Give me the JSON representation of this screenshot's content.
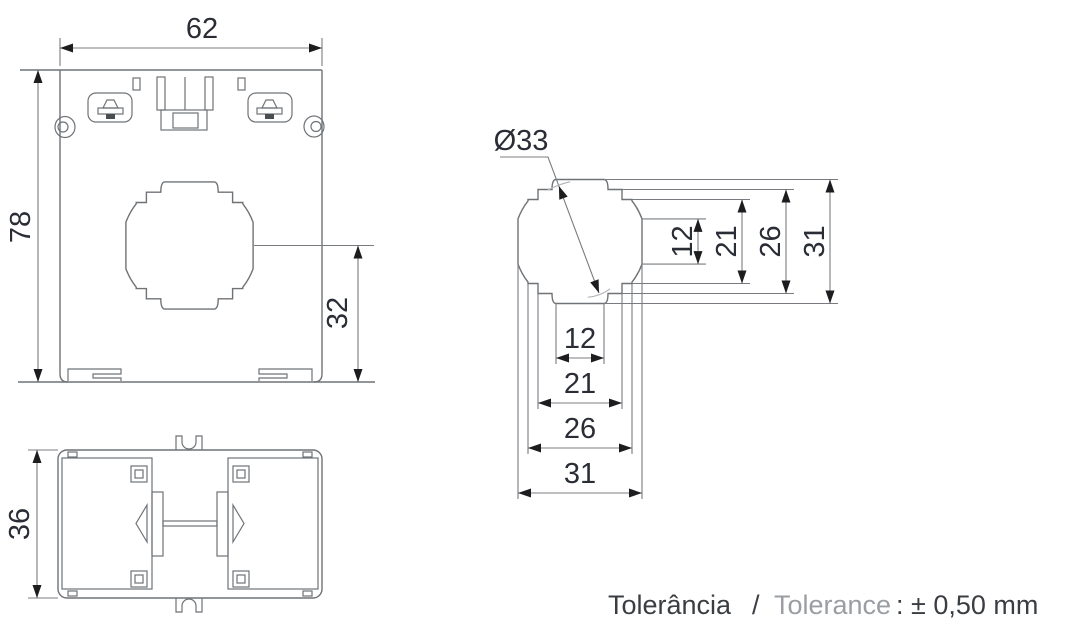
{
  "front_view": {
    "width": "62",
    "height": "78",
    "hole_center_to_base": "32"
  },
  "bottom_view": {
    "depth": "36"
  },
  "detail_view": {
    "diameter": "Ø33",
    "vertical_dims": [
      "12",
      "21",
      "26",
      "31"
    ],
    "horizontal_dims": [
      "12",
      "21",
      "26",
      "31"
    ]
  },
  "tolerance": {
    "label_pt": "Tolerância",
    "separator": "/",
    "label_en": "Tolerance",
    "value": ": ± 0,50 mm"
  },
  "colors": {
    "outline": "#6f7377",
    "dimension_line": "#787c80",
    "arrow": "#1d1d20",
    "dimension_text": "#2a2d35",
    "muted_text": "#9a9ea2",
    "background": "#ffffff"
  }
}
